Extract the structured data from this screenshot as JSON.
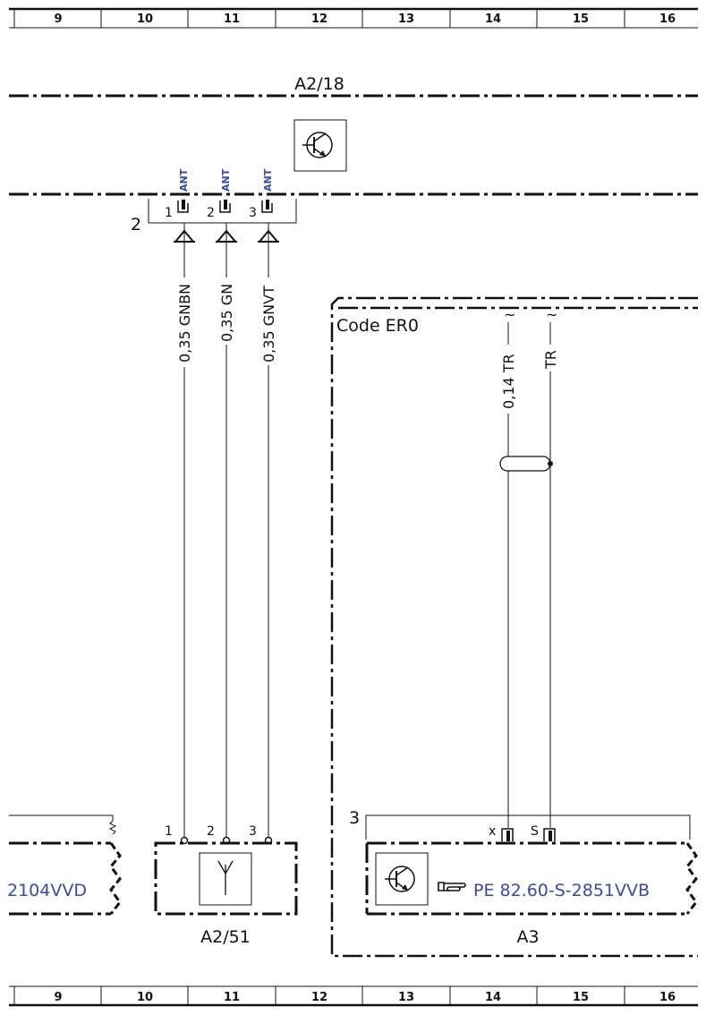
{
  "columns": [
    "9",
    "10",
    "11",
    "12",
    "13",
    "14",
    "15",
    "16"
  ],
  "top_component": {
    "name": "A2/18",
    "connector": "2",
    "pins": [
      {
        "num": "1",
        "label": "ANT",
        "wire": "0,35 GNBN"
      },
      {
        "num": "2",
        "label": "ANT",
        "wire": "0,35 GN"
      },
      {
        "num": "3",
        "label": "ANT",
        "wire": "0,35 GNVT"
      }
    ]
  },
  "antenna": {
    "name": "A2/51",
    "pins": [
      "1",
      "2",
      "3"
    ]
  },
  "left_ref": "2104VVD",
  "code_box": {
    "label": "Code ER0",
    "wires": [
      "0,14 TR",
      "TR"
    ],
    "connector": "3",
    "pins": [
      "x",
      "S"
    ],
    "component": "A3",
    "reference": "PE 82.60-S-2851VVB",
    "reference_icon": "pointing-hand-icon"
  },
  "colors": {
    "link": "#3a4aa0",
    "line": "#111111"
  }
}
